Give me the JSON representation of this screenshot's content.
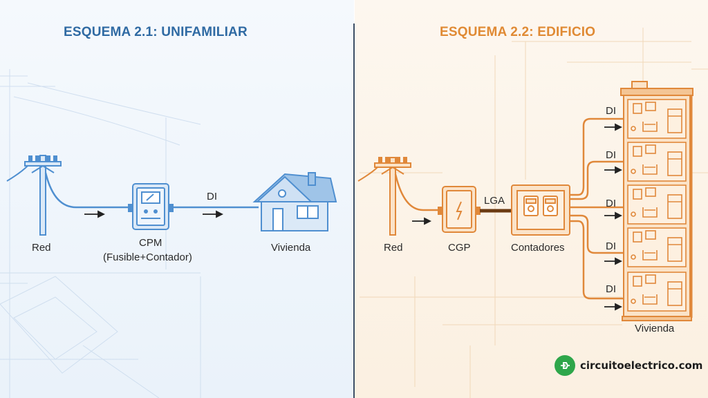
{
  "left": {
    "title": "ESQUEMA 2.1: UNIFAMILIAR",
    "labels": {
      "red": "Red",
      "cpm": "CPM",
      "cpm_sub": "(Fusible+Contador)",
      "di": "DI",
      "vivienda": "Vivienda"
    }
  },
  "right": {
    "title": "ESQUEMA 2.2: EDIFICIO",
    "labels": {
      "red": "Red",
      "cgp": "CGP",
      "lga": "LGA",
      "contadores": "Contadores",
      "di": "DI",
      "vivienda": "Vivienda"
    }
  },
  "brand": {
    "text": "circuitoelectrico.com"
  },
  "colors": {
    "blue": "#4f8fd0",
    "blue_fill": "#dbe9f7",
    "orange": "#e0883a",
    "orange_fill": "#fbe3c8",
    "brand_green": "#2ea64a"
  }
}
